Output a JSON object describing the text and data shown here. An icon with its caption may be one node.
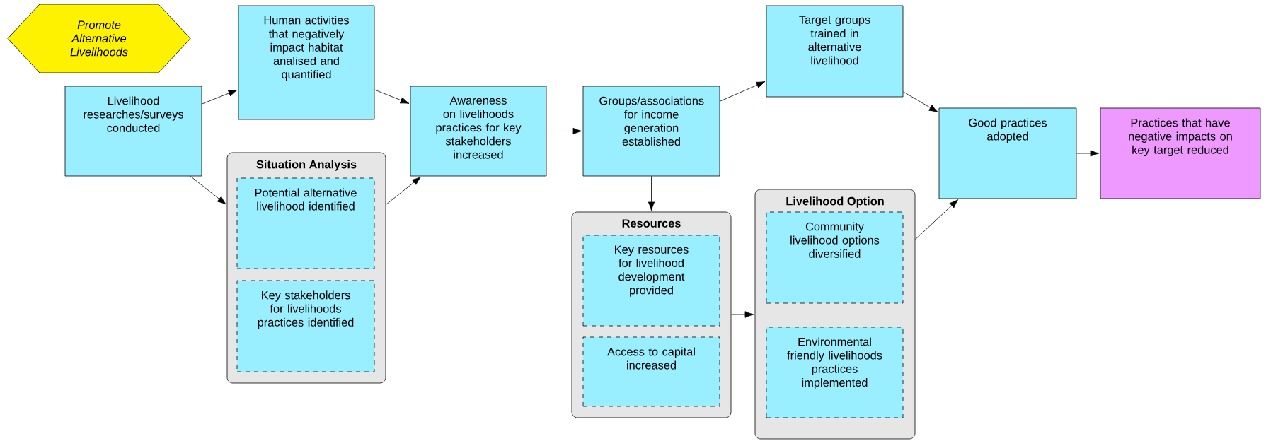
{
  "diagram": {
    "nodes": [
      {
        "text": [
          "Promote Alternative Livelihoods"
        ]
      },
      {
        "text": [
          "Livelihood researches/surveys conducted"
        ]
      },
      {
        "text": [
          "Human activities that negatively impact habitat analised and quantified"
        ]
      },
      {
        "text": [
          "Situation Analysis"
        ]
      },
      {
        "text": [
          "Potential alternative livelihood identified"
        ],
        "in": 3
      },
      {
        "text": [
          "Key stakeholders for livelihoods practices identified"
        ],
        "in": 3
      },
      {
        "text": [
          "Awareness on livelihoods practices for key stakeholders increased"
        ]
      },
      {
        "text": [
          "Groups/associations for income generation established"
        ]
      },
      {
        "text": [
          "Resources"
        ]
      },
      {
        "text": [
          "Key resources for livelihood development provided"
        ],
        "in": 8
      },
      {
        "text": [
          "Access to capital increased"
        ],
        "in": 8
      },
      {
        "text": [
          "Target groups trained in alternative livelihood"
        ]
      },
      {
        "text": [
          "Livelihood Option"
        ]
      },
      {
        "text": [
          "Community livelihood options diversified"
        ],
        "in": 12
      },
      {
        "text": [
          "Environmental friendly livelihoods practices implemented"
        ],
        "in": 12
      },
      {
        "text": [
          "Good practices adopted"
        ]
      },
      {
        "text": [
          "Practices that have negative impacts on key target reduced"
        ]
      }
    ],
    "edges": [
      {
        "from": 1,
        "to": 2,
        "arrow": "to"
      },
      {
        "from": 1,
        "to": 3,
        "arrow": "to"
      },
      {
        "from": 2,
        "to": 6,
        "arrow": "to"
      },
      {
        "from": 3,
        "to": 6,
        "arrow": "to"
      },
      {
        "from": 6,
        "to": 7,
        "arrow": "to"
      },
      {
        "from": 7,
        "to": 11,
        "arrow": "to"
      },
      {
        "from": 7,
        "to": 8,
        "arrow": "to"
      },
      {
        "from": 8,
        "to": 12,
        "arrow": "to"
      },
      {
        "from": 11,
        "to": 15,
        "arrow": "to"
      },
      {
        "from": 12,
        "to": 15,
        "arrow": "to"
      },
      {
        "from": 15,
        "to": 16,
        "arrow": "to"
      }
    ]
  }
}
